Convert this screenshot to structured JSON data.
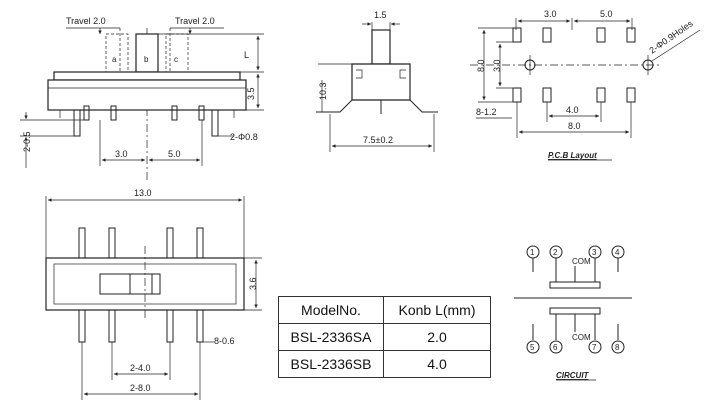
{
  "front_view": {
    "travel_left": "Travel 2.0",
    "travel_right": "Travel 2.0",
    "pos_a": "a",
    "pos_b": "b",
    "pos_c": "c",
    "dim_L": "L",
    "dim_3_5": "3.5",
    "dim_2_0_5": "2-0.5",
    "dim_holes": "2-Φ0.8",
    "dim_3_0": "3.0",
    "dim_5_0": "5.0"
  },
  "side_view": {
    "dim_1_5": "1.5",
    "dim_10_3": "10.3",
    "dim_7_5": "7.5±0.2"
  },
  "pcb_layout": {
    "title": "P.C.B Layout",
    "dim_3_0": "3.0",
    "dim_5_0": "5.0",
    "dim_8_0_v": "8.0",
    "dim_3_0_v": "3.0",
    "dim_holes": "2-Φ0.9Holes",
    "dim_4_0": "4.0",
    "dim_8_1_2": "8-1.2",
    "dim_8_0": "8.0"
  },
  "bottom_view": {
    "dim_13_0": "13.0",
    "dim_3_6": "3.6",
    "dim_8_0_6": "8-0.6",
    "dim_2_4_0": "2-4.0",
    "dim_2_8_0": "2-8.0"
  },
  "spec_table": {
    "header": [
      "ModelNo.",
      "Konb L(mm)"
    ],
    "rows": [
      [
        "BSL-2336SA",
        "2.0"
      ],
      [
        "BSL-2336SB",
        "4.0"
      ]
    ]
  },
  "circuit": {
    "title": "CIRCUIT",
    "com_top": "COM",
    "com_bottom": "COM",
    "pins": [
      "1",
      "2",
      "3",
      "4",
      "5",
      "6",
      "7",
      "8"
    ]
  }
}
